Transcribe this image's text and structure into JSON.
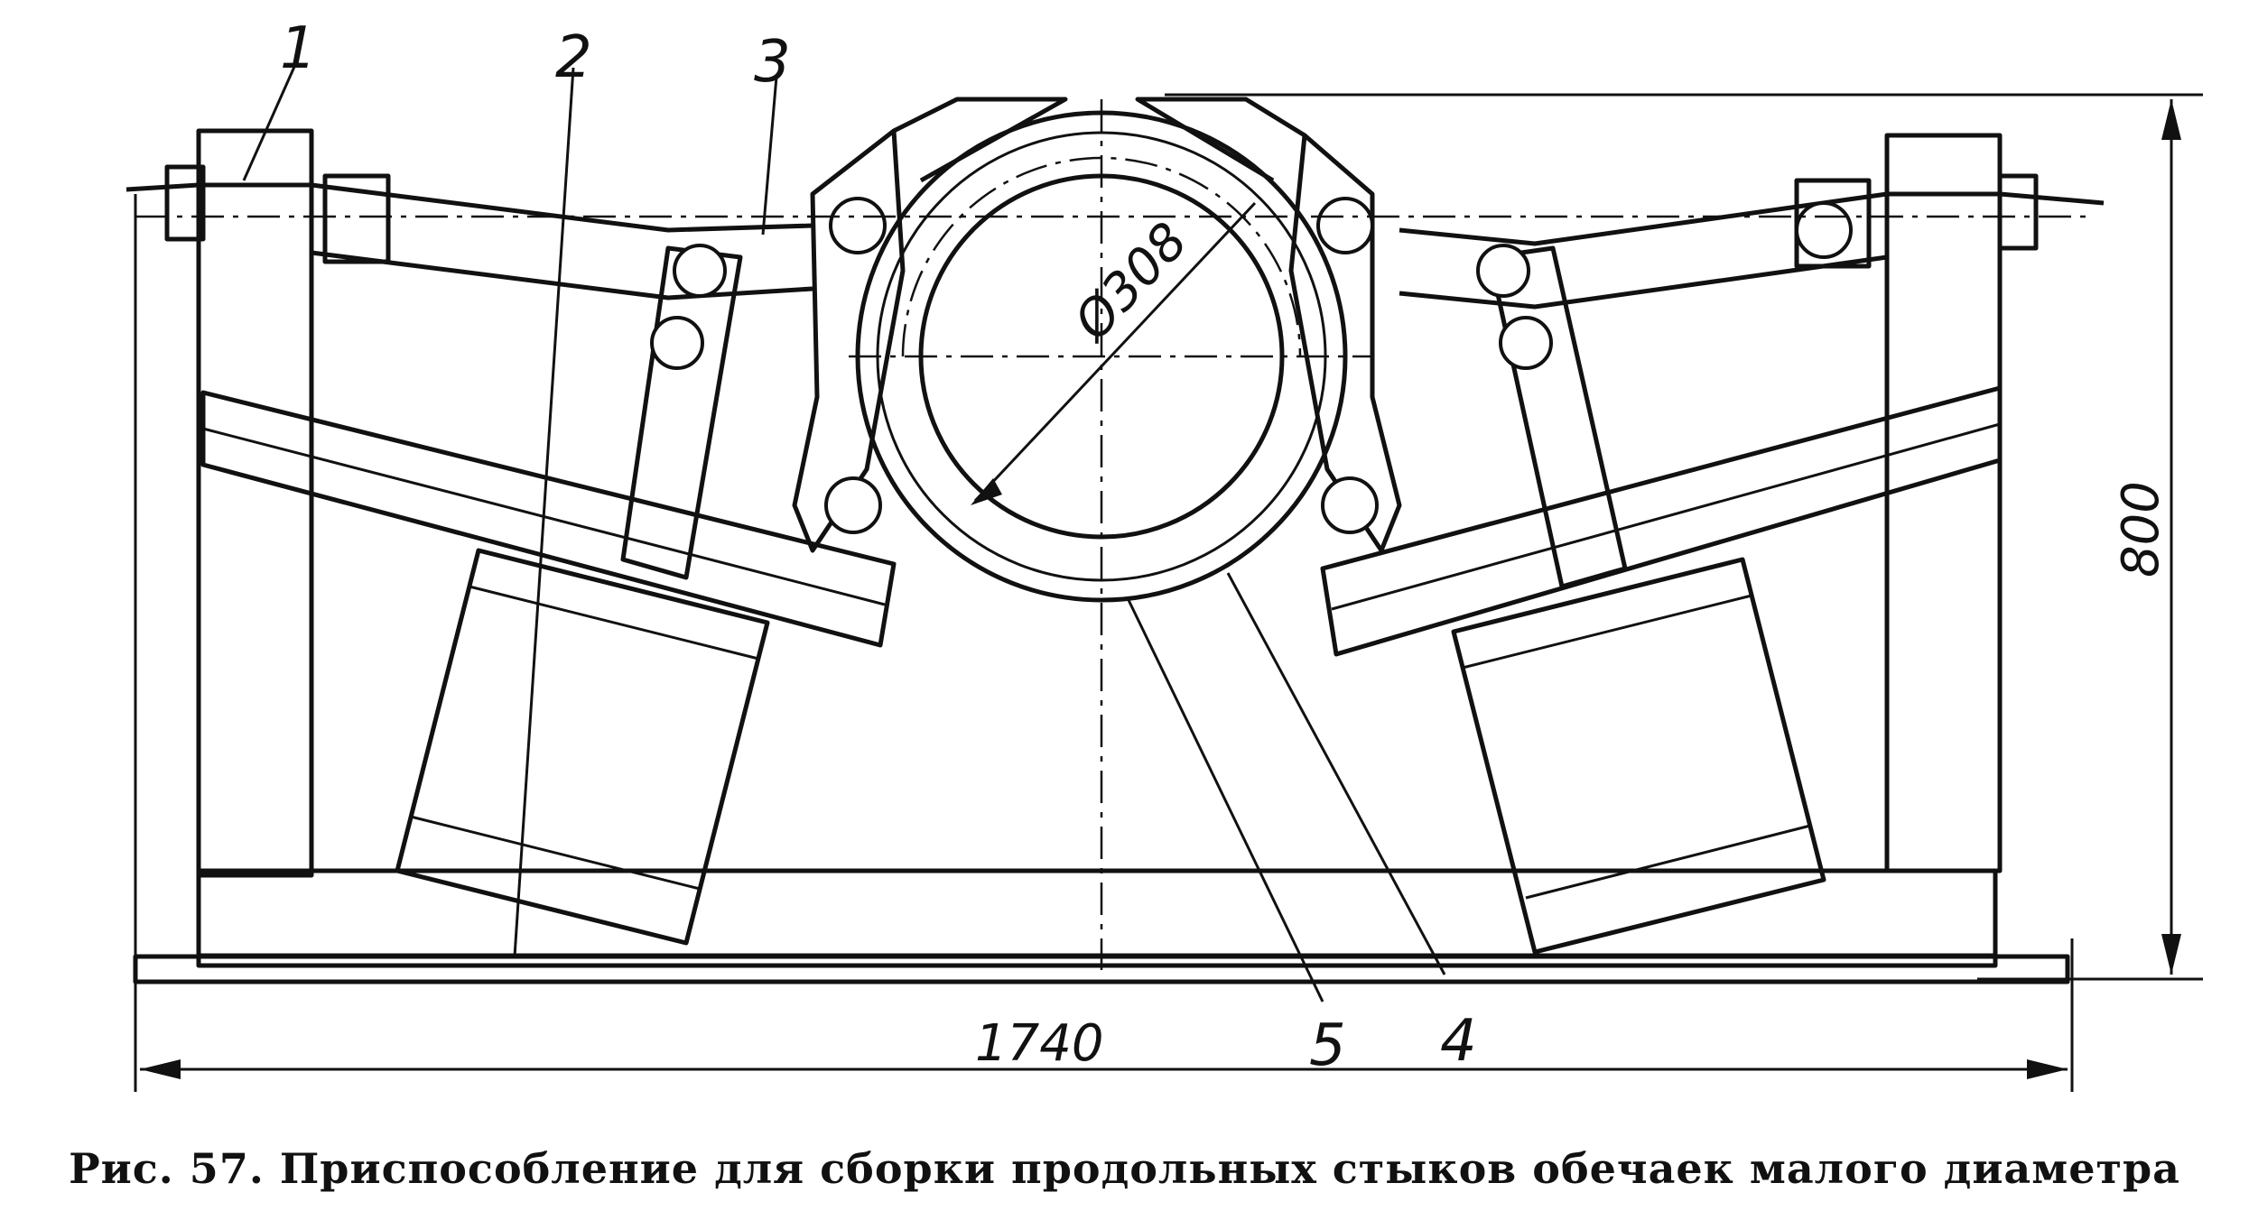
{
  "figure": {
    "labels": {
      "l1": "1",
      "l2": "2",
      "l3": "3",
      "l4": "4",
      "l5": "5"
    },
    "dimensions": {
      "diameter": "Ø308",
      "width": "1740",
      "height": "800"
    },
    "caption": "Рис. 57. Приспособление для сборки продольных стыков обечаек малого диаметра"
  }
}
